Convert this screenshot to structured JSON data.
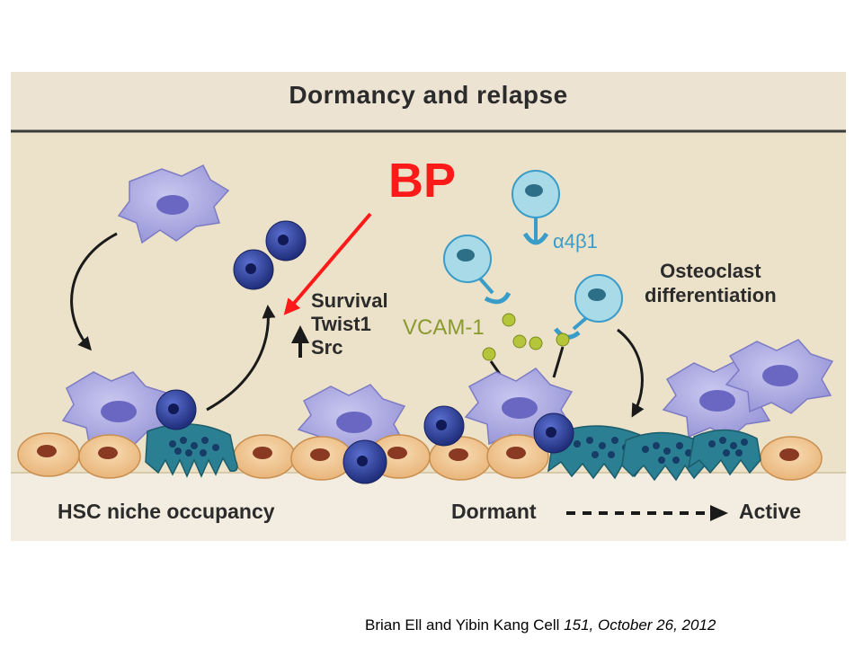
{
  "figure": {
    "title": "Dormancy and relapse",
    "annotation": "BP",
    "survival_labels": [
      "Survival",
      "Twist1",
      "Src"
    ],
    "vcam_label": "VCAM-1",
    "integrin_label": "α4β1",
    "osteoclast_label": [
      "Osteoclast",
      "differentiation"
    ],
    "hsc_label": "HSC niche occupancy",
    "dormant_label": "Dormant",
    "active_label": "Active"
  },
  "citation": {
    "authors": "Brian Ell and Yibin Kang",
    "journal": "Cell",
    "volume_date": "151, October 26, 2012"
  },
  "colors": {
    "annotation": "#ff1a1a",
    "vcam": "#8a9a2e",
    "integrin": "#3a9cc8",
    "osteoblast": "#f2c48e",
    "tumor_cell": "#2c3f9a",
    "macrophage": "#a7a6e0",
    "osteoclast": "#2a7f92"
  }
}
